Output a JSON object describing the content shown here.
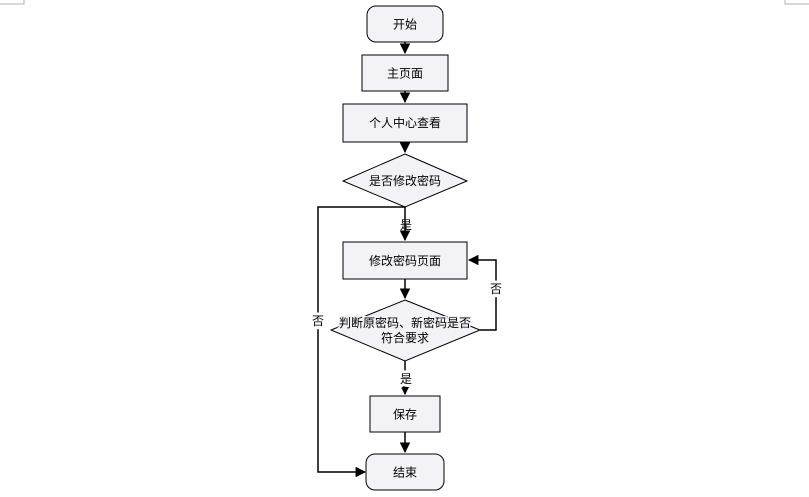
{
  "nodes": {
    "start": "开始",
    "home": "主页面",
    "personal_center": "个人中心查看",
    "decision_change_pwd": "是否修改密码",
    "change_pwd_page": "修改密码页面",
    "decision_valid_line1": "判断原密码、新密码是否",
    "decision_valid_line2": "符合要求",
    "save": "保存",
    "end": "结束"
  },
  "edges": {
    "yes_1": "是",
    "no_1": "否",
    "yes_2": "是",
    "no_2": "否"
  },
  "colors": {
    "node_fill": "#f3f3f7",
    "stroke": "#000000"
  }
}
